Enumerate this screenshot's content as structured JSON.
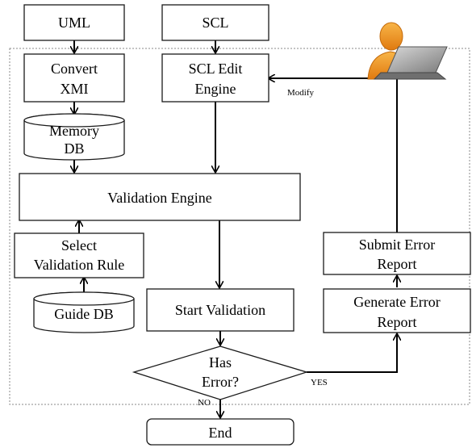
{
  "nodes": {
    "uml": "UML",
    "scl": "SCL",
    "convert_xmi": [
      "Convert",
      "XMI"
    ],
    "scl_edit_engine": [
      "SCL Edit",
      "Engine"
    ],
    "memory_db": [
      "Memory",
      "DB"
    ],
    "validation_engine": "Validation Engine",
    "select_validation_rule": [
      "Select",
      "Validation Rule"
    ],
    "guide_db": "Guide DB",
    "start_validation": "Start Validation",
    "has_error": [
      "Has",
      "Error?"
    ],
    "generate_error_report": [
      "Generate Error",
      "Report"
    ],
    "submit_error_report": [
      "Submit Error",
      "Report"
    ],
    "end": "End"
  },
  "edge_labels": {
    "modify": "Modify",
    "yes": "YES",
    "no": "NO"
  },
  "colors": {
    "person_orange": "#f39a1e",
    "laptop_gray": "#8f8f8f"
  }
}
